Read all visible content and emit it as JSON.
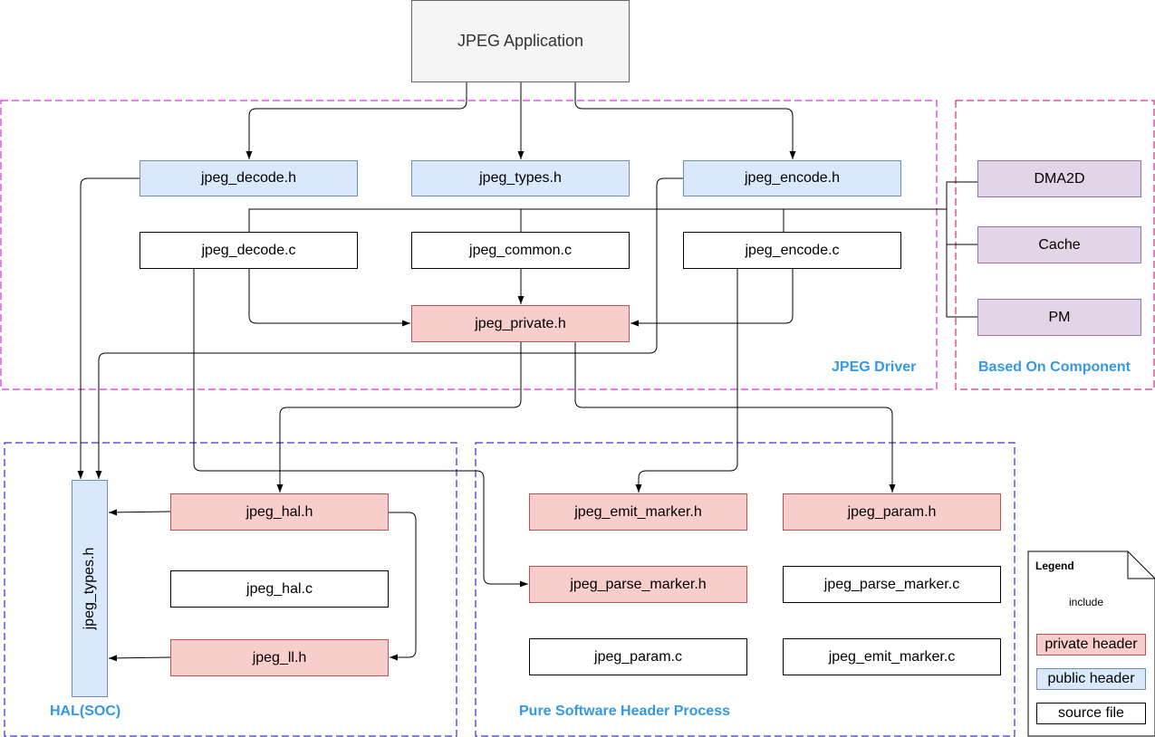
{
  "app": {
    "label": "JPEG Application"
  },
  "regions": {
    "driver": "JPEG Driver",
    "component": "Based On Component",
    "hal": "HAL(SOC)",
    "pure": "Pure Software Header Process"
  },
  "nodes": {
    "decode_h": "jpeg_decode.h",
    "types_h": "jpeg_types.h",
    "encode_h": "jpeg_encode.h",
    "decode_c": "jpeg_decode.c",
    "common_c": "jpeg_common.c",
    "encode_c": "jpeg_encode.c",
    "private_h": "jpeg_private.h",
    "dma2d": "DMA2D",
    "cache": "Cache",
    "pm": "PM",
    "soc_types_h": "jpeg_types.h",
    "hal_h": "jpeg_hal.h",
    "hal_c": "jpeg_hal.c",
    "ll_h": "jpeg_ll.h",
    "emit_marker_h": "jpeg_emit_marker.h",
    "param_h": "jpeg_param.h",
    "parse_marker_h": "jpeg_parse_marker.h",
    "parse_marker_c": "jpeg_parse_marker.c",
    "param_c": "jpeg_param.c",
    "emit_marker_c": "jpeg_emit_marker.c"
  },
  "legend": {
    "title": "Legend",
    "include": "include",
    "private": "private header",
    "public": "public header",
    "source": "source file"
  },
  "colors": {
    "public_header": "#dae8fc",
    "private_header": "#f8cecc",
    "component": "#e1d5e7",
    "region_label": "#3399e6",
    "driver_border": "#cc00cc",
    "component_border": "#cc0066",
    "hal_border": "#0000cc"
  }
}
